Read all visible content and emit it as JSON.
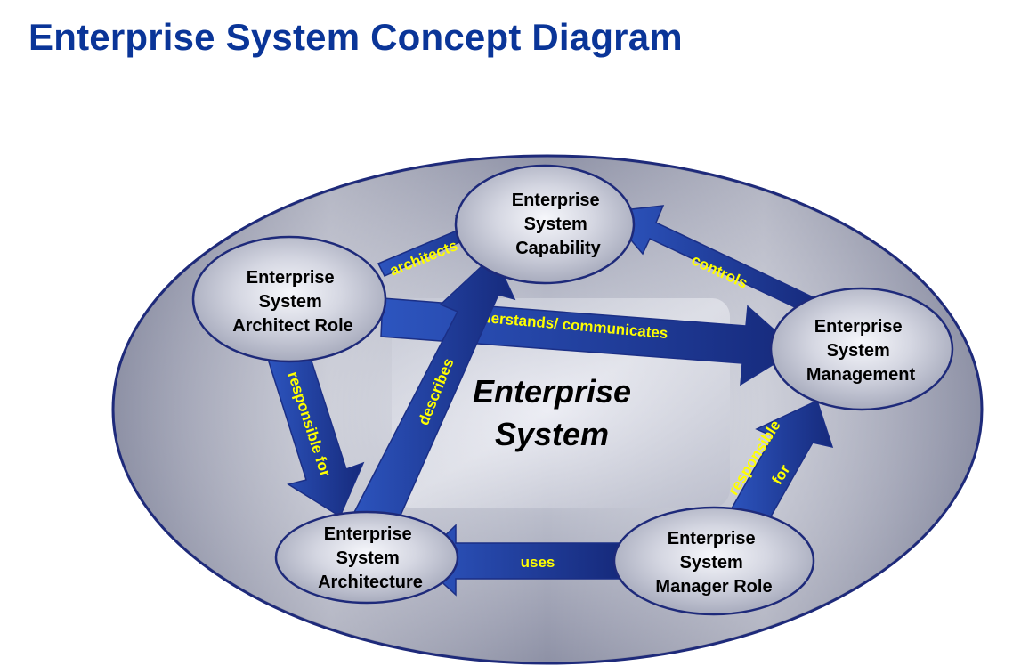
{
  "title": "Enterprise System Concept Diagram",
  "center": {
    "line1": "Enterprise",
    "line2": "System"
  },
  "nodes": {
    "capability": [
      "Enterprise",
      "System",
      "Capability"
    ],
    "architect_role": [
      "Enterprise",
      "System",
      "Architect Role"
    ],
    "management": [
      "Enterprise",
      "System",
      "Management"
    ],
    "architecture": [
      "Enterprise",
      "System",
      "Architecture"
    ],
    "manager_role": [
      "Enterprise",
      "System",
      "Manager Role"
    ]
  },
  "relations": {
    "architects": "architects",
    "controls": "controls",
    "understands": "understands/ communicates",
    "responsible_left": "responsible for",
    "describes": "describes",
    "responsible_right_1": "responsible",
    "responsible_right_2": "for",
    "uses": "uses"
  },
  "colors": {
    "title": "#0a3598",
    "arrow_dark": "#1b2f86",
    "arrow_light": "#3f6fd0",
    "label": "#ffff00",
    "outline": "#1e2a7a"
  }
}
